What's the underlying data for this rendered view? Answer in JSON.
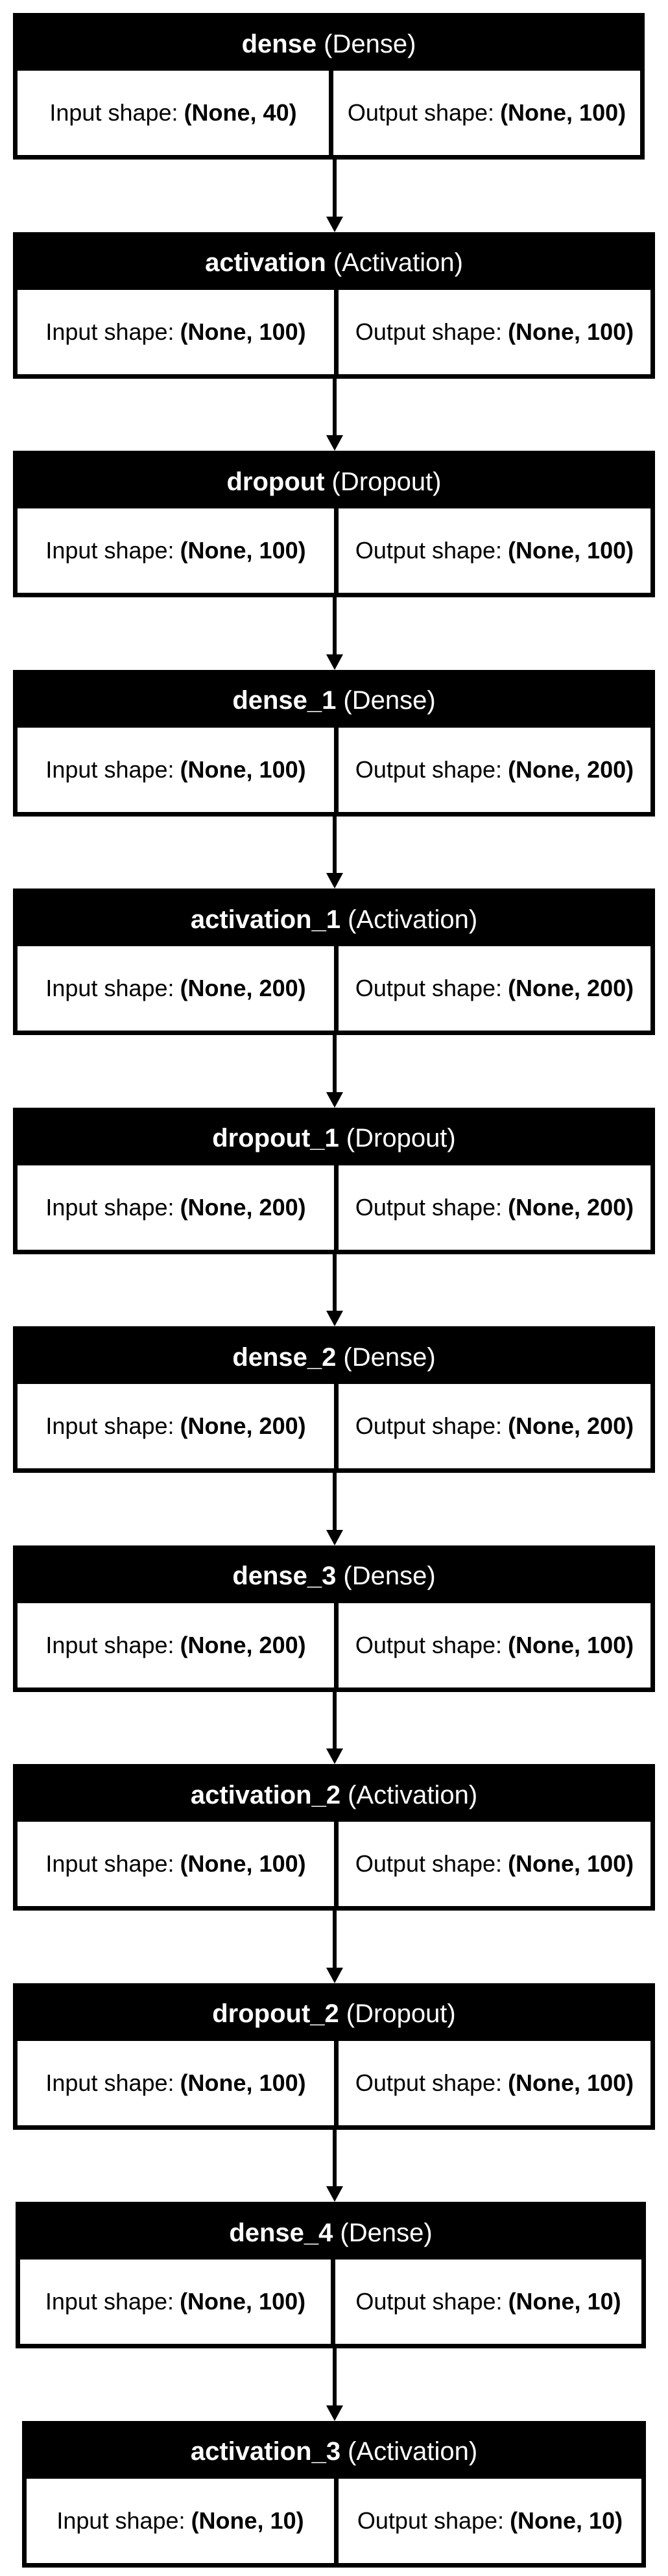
{
  "labels": {
    "input": "Input shape:",
    "output": "Output shape:"
  },
  "layers": [
    {
      "name": "dense",
      "type": "(Dense)",
      "input_shape": "(None, 40)",
      "output_shape": "(None, 100)"
    },
    {
      "name": "activation",
      "type": "(Activation)",
      "input_shape": "(None, 100)",
      "output_shape": "(None, 100)"
    },
    {
      "name": "dropout",
      "type": "(Dropout)",
      "input_shape": "(None, 100)",
      "output_shape": "(None, 100)"
    },
    {
      "name": "dense_1",
      "type": "(Dense)",
      "input_shape": "(None, 100)",
      "output_shape": "(None, 200)"
    },
    {
      "name": "activation_1",
      "type": "(Activation)",
      "input_shape": "(None, 200)",
      "output_shape": "(None, 200)"
    },
    {
      "name": "dropout_1",
      "type": "(Dropout)",
      "input_shape": "(None, 200)",
      "output_shape": "(None, 200)"
    },
    {
      "name": "dense_2",
      "type": "(Dense)",
      "input_shape": "(None, 200)",
      "output_shape": "(None, 200)"
    },
    {
      "name": "dense_3",
      "type": "(Dense)",
      "input_shape": "(None, 200)",
      "output_shape": "(None, 100)"
    },
    {
      "name": "activation_2",
      "type": "(Activation)",
      "input_shape": "(None, 100)",
      "output_shape": "(None, 100)"
    },
    {
      "name": "dropout_2",
      "type": "(Dropout)",
      "input_shape": "(None, 100)",
      "output_shape": "(None, 100)"
    },
    {
      "name": "dense_4",
      "type": "(Dense)",
      "input_shape": "(None, 100)",
      "output_shape": "(None, 10)"
    },
    {
      "name": "activation_3",
      "type": "(Activation)",
      "input_shape": "(None, 10)",
      "output_shape": "(None, 10)"
    }
  ]
}
